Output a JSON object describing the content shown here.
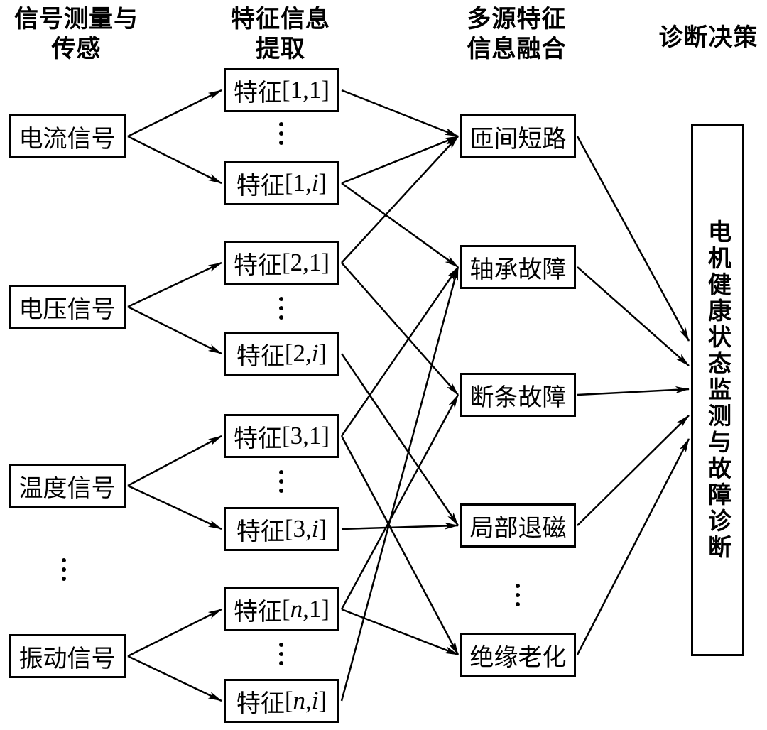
{
  "headers": {
    "signals": "信号测量与\n传感",
    "features": "特征信息\n提取",
    "fusion": "多源特征\n信息融合",
    "decision": "诊断决策"
  },
  "signals": [
    "电流信号",
    "电压信号",
    "温度信号",
    "振动信号"
  ],
  "feature_prefix": "特征",
  "feature_groups": [
    {
      "index": "1",
      "items": [
        {
          "first": "1",
          "second": "1",
          "second_italic": false
        },
        {
          "first": "1",
          "second": "i",
          "second_italic": true
        }
      ]
    },
    {
      "index": "2",
      "items": [
        {
          "first": "2",
          "second": "1",
          "second_italic": false
        },
        {
          "first": "2",
          "second": "i",
          "second_italic": true
        }
      ]
    },
    {
      "index": "3",
      "items": [
        {
          "first": "3",
          "second": "1",
          "second_italic": false
        },
        {
          "first": "3",
          "second": "i",
          "second_italic": true
        }
      ]
    },
    {
      "index": "n",
      "items": [
        {
          "first": "n",
          "second": "1",
          "second_italic": false
        },
        {
          "first": "n",
          "second": "i",
          "second_italic": true
        }
      ]
    }
  ],
  "faults": [
    "匝间短路",
    "轴承故障",
    "断条故障",
    "局部退磁",
    "绝缘老化"
  ],
  "decision_box": "电机健康状态监测与故障诊断",
  "connections": {
    "signal_to_feature": [
      [
        0,
        0
      ],
      [
        0,
        1
      ],
      [
        1,
        2
      ],
      [
        1,
        3
      ],
      [
        2,
        4
      ],
      [
        2,
        5
      ],
      [
        3,
        6
      ],
      [
        3,
        7
      ]
    ],
    "feature_to_fault": [
      [
        0,
        0
      ],
      [
        1,
        0
      ],
      [
        1,
        1
      ],
      [
        2,
        0
      ],
      [
        2,
        2
      ],
      [
        3,
        3
      ],
      [
        4,
        1
      ],
      [
        4,
        4
      ],
      [
        5,
        3
      ],
      [
        6,
        2
      ],
      [
        6,
        4
      ],
      [
        7,
        1
      ]
    ],
    "fault_to_decision": [
      0,
      1,
      2,
      3,
      4
    ]
  }
}
